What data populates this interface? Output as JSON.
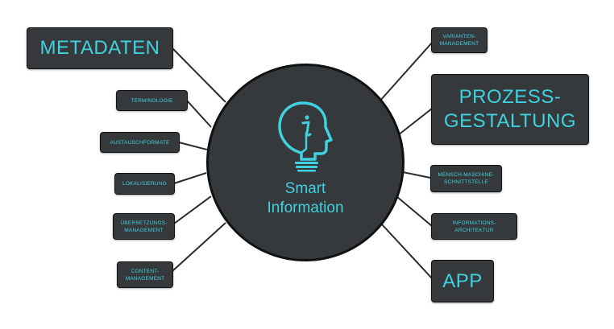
{
  "hub": {
    "icon": "head-info-icon",
    "label": "Smart\nInformation"
  },
  "nodes": {
    "metadaten": "METADATEN",
    "terminologie": "TERMINOLOGIE",
    "austauschformate": "AUSTAUSCHFORMATE",
    "lokalisierung": "LOKALISIERUNG",
    "uebersetzung": "ÜBERSETZUNGS-\nMANAGEMENT",
    "content": "CONTENT-\nMANAGEMENT",
    "varianten": "VARIANTEN-\nMANAGEMENT",
    "prozess": "PROZESS-\nGESTALTUNG",
    "mensch": "MENSCH-MASCHINE-\nSCHNITTSTELLE",
    "informations": "INFORMATIONS-\nARCHITEKTUR",
    "app": "APP"
  },
  "colors": {
    "node_fill": "#36393b",
    "node_border": "#111111",
    "text_accent": "#3fd1df",
    "connector": "#2b2b2b"
  }
}
